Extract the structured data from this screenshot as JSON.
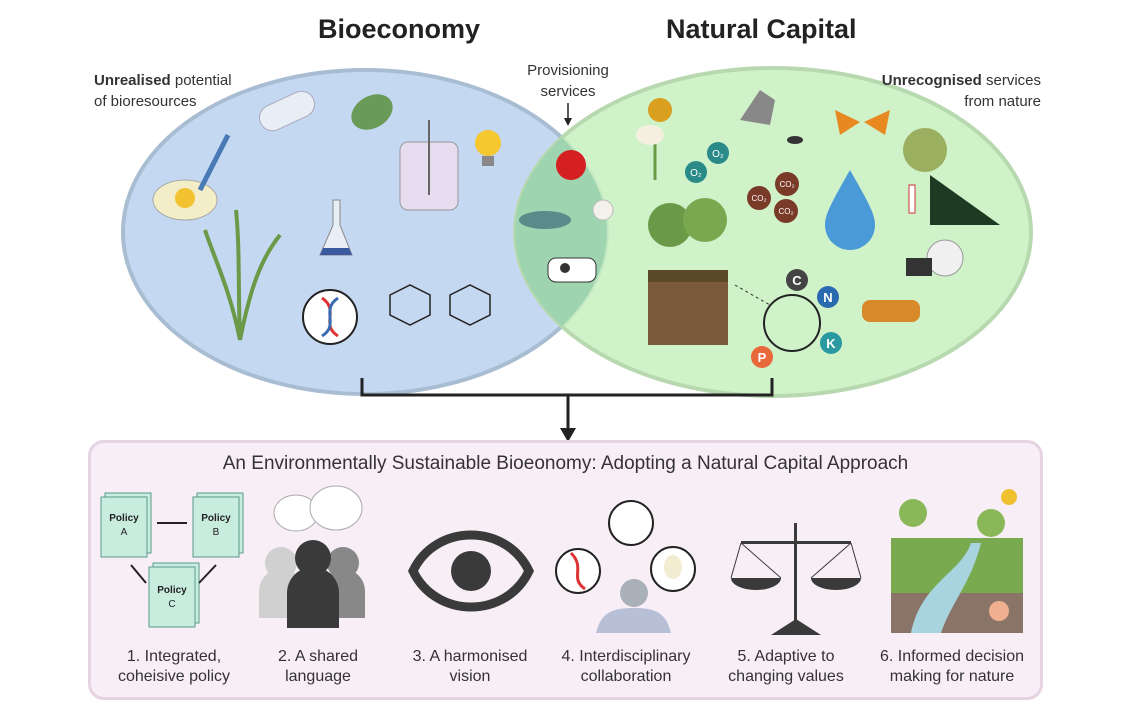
{
  "titles": {
    "left": "Bioeconomy",
    "right": "Natural Capital"
  },
  "left_note": {
    "bold": "Unrealised",
    "rest1": " potential",
    "line2": "of bioresources"
  },
  "right_note": {
    "bold": "Unrecognised",
    "rest1": " services",
    "line2": "from nature"
  },
  "overlap_note": {
    "line1": "Provisioning",
    "line2": "services"
  },
  "colors": {
    "bioeconomy": "#c5d8f2",
    "natural_capital": "#c8f0c0",
    "overlap": "#9fd4b0",
    "panel": "#f8eef6"
  },
  "icon_labels": {
    "o2": "O₂",
    "co2": "CO₂",
    "c": "C",
    "n": "N",
    "k": "K",
    "p": "P",
    "policy": "Policy",
    "a": "A",
    "b": "B",
    "c_letter": "C"
  },
  "panel": {
    "title": "An Environmentally Sustainable Bioeonomy:  Adopting a Natural Capital Approach",
    "items": [
      {
        "line1": "1. Integrated,",
        "line2": "coheisive policy",
        "icon": "policy-documents"
      },
      {
        "line1": "2. A shared",
        "line2": "language",
        "icon": "people-speech"
      },
      {
        "line1": "3.  A harmonised",
        "line2": "vision",
        "icon": "eye"
      },
      {
        "line1": "4.  Interdisciplinary",
        "line2": "collaboration",
        "icon": "scientist"
      },
      {
        "line1": "5. Adaptive to",
        "line2": "changing values",
        "icon": "balance-scale"
      },
      {
        "line1": "6. Informed decision",
        "line2": "making for nature",
        "icon": "landscape"
      }
    ]
  }
}
